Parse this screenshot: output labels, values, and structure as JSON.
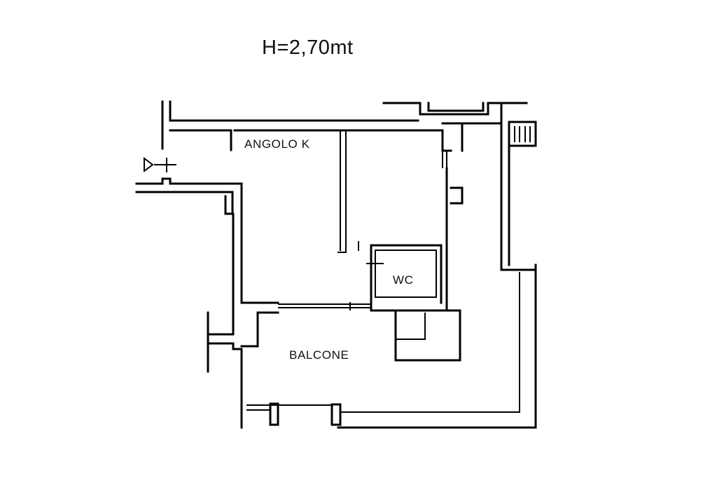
{
  "plan": {
    "height_note": "H=2,70mt",
    "rooms": [
      {
        "name": "ANGOLO K"
      },
      {
        "name": "WC"
      },
      {
        "name": "BALCONE"
      }
    ]
  }
}
